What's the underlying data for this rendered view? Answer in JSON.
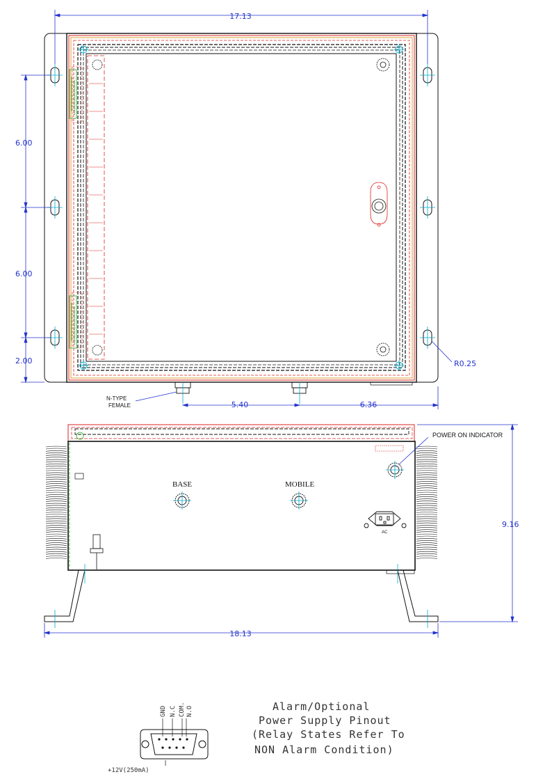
{
  "top_view": {
    "dim_overall_width": "17.13",
    "dim_hole_spacing_upper": "6.00",
    "dim_hole_spacing_lower": "6.00",
    "dim_bottom_offset": "2.00",
    "dim_radius": "R0.25",
    "connector_label_line1": "N-TYPE",
    "connector_label_line2": "FEMALE",
    "dim_connector_spacing": "5.40",
    "dim_connector_edge": "6.36"
  },
  "front_view": {
    "power_indicator_label": "POWER ON INDICATOR",
    "base_label": "BASE",
    "mobile_label": "MOBILE",
    "ac_label": "AC",
    "dim_height": "9.16",
    "dim_overall_width": "18.13"
  },
  "pinout": {
    "pin_gnd": "GND",
    "pin_nc": "N.C",
    "pin_com": "COM.",
    "pin_no": "N.O",
    "power_label": "+12V(250mA)",
    "title_line1": "Alarm/Optional",
    "title_line2": "Power Supply Pinout",
    "title_line3": "(Relay States Refer To",
    "title_line4": "NON Alarm Condition)"
  },
  "colors": {
    "dimension": "#2233cc",
    "outline": "#111111",
    "hidden_red": "#dd2222",
    "cyan": "#00aacc",
    "green": "#22aa22"
  }
}
